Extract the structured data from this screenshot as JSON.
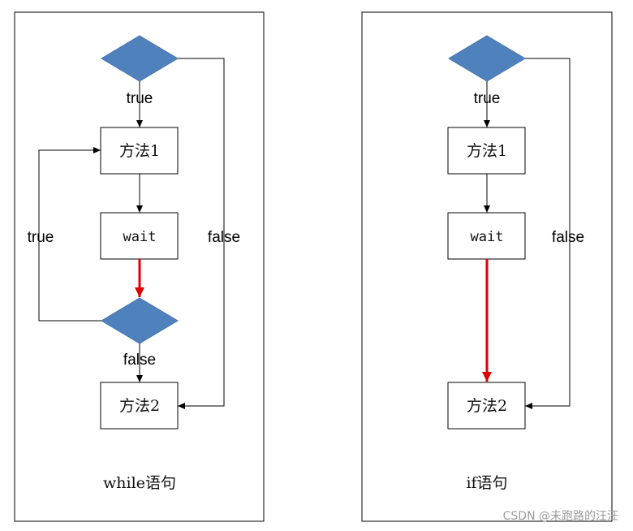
{
  "left_panel": {
    "caption": "while语句",
    "node_method1": "方法1",
    "node_wait": "wait",
    "node_method2": "方法2",
    "label_true_top": "true",
    "label_true_loop": "true",
    "label_false_side": "false",
    "label_false_bottom": "false"
  },
  "right_panel": {
    "caption": "if语句",
    "node_method1": "方法1",
    "node_wait": "wait",
    "node_method2": "方法2",
    "label_true_top": "true",
    "label_false_side": "false"
  },
  "watermark": "CSDN @未跑路的汪汪",
  "colors": {
    "diamond_fill": "#4f81bd",
    "highlight_arrow": "#e00000",
    "line": "#000000"
  }
}
